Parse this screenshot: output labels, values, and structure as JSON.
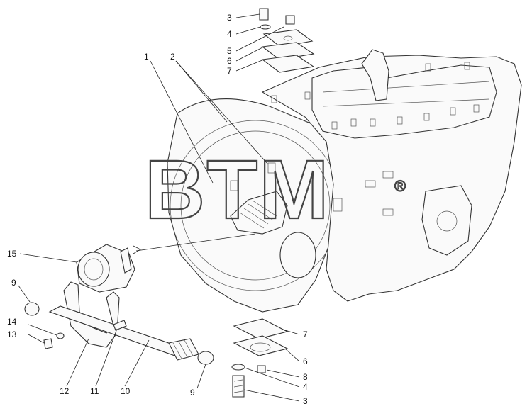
{
  "watermark": {
    "brand": "BTM",
    "mark": "®"
  },
  "callouts": [
    {
      "id": "c3-top",
      "text": "3"
    },
    {
      "id": "c4-top",
      "text": "4"
    },
    {
      "id": "c5",
      "text": "5"
    },
    {
      "id": "c6-top",
      "text": "6"
    },
    {
      "id": "c7-top",
      "text": "7"
    },
    {
      "id": "c1",
      "text": "1"
    },
    {
      "id": "c2",
      "text": "2"
    },
    {
      "id": "c15",
      "text": "15"
    },
    {
      "id": "c9-left",
      "text": "9"
    },
    {
      "id": "c14",
      "text": "14"
    },
    {
      "id": "c13",
      "text": "13"
    },
    {
      "id": "c12",
      "text": "12"
    },
    {
      "id": "c11",
      "text": "11"
    },
    {
      "id": "c10",
      "text": "10"
    },
    {
      "id": "c9-bottom",
      "text": "9"
    },
    {
      "id": "c7-bottom",
      "text": "7"
    },
    {
      "id": "c6-bottom",
      "text": "6"
    },
    {
      "id": "c8",
      "text": "8"
    },
    {
      "id": "c4-bottom",
      "text": "4"
    },
    {
      "id": "c3-bottom",
      "text": "3"
    }
  ]
}
